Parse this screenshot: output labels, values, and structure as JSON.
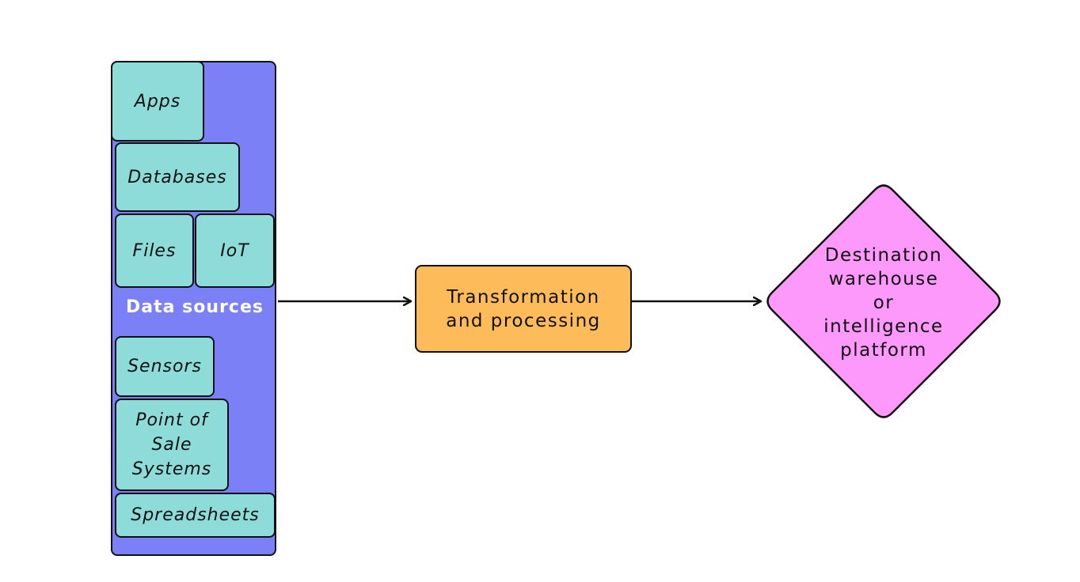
{
  "diagram": {
    "sources_panel": {
      "label": "Data sources",
      "color": "#7b80f7",
      "items": [
        {
          "id": "apps",
          "label": "Apps"
        },
        {
          "id": "databases",
          "label": "Databases"
        },
        {
          "id": "files",
          "label": "Files"
        },
        {
          "id": "iot",
          "label": "IoT"
        },
        {
          "id": "sensors",
          "label": "Sensors"
        },
        {
          "id": "pos",
          "label": "Point of\nSale\nSystems"
        },
        {
          "id": "spreadsheets",
          "label": "Spreadsheets"
        }
      ],
      "item_color": "#8ddcda"
    },
    "process": {
      "label": "Transformation\nand processing",
      "color": "#fdbb5a"
    },
    "destination": {
      "label": "Destination\nwarehouse\nor\nintelligence\nplatform",
      "color": "#fd99fb"
    },
    "edges": [
      {
        "from": "sources_panel",
        "to": "process"
      },
      {
        "from": "process",
        "to": "destination"
      }
    ]
  }
}
